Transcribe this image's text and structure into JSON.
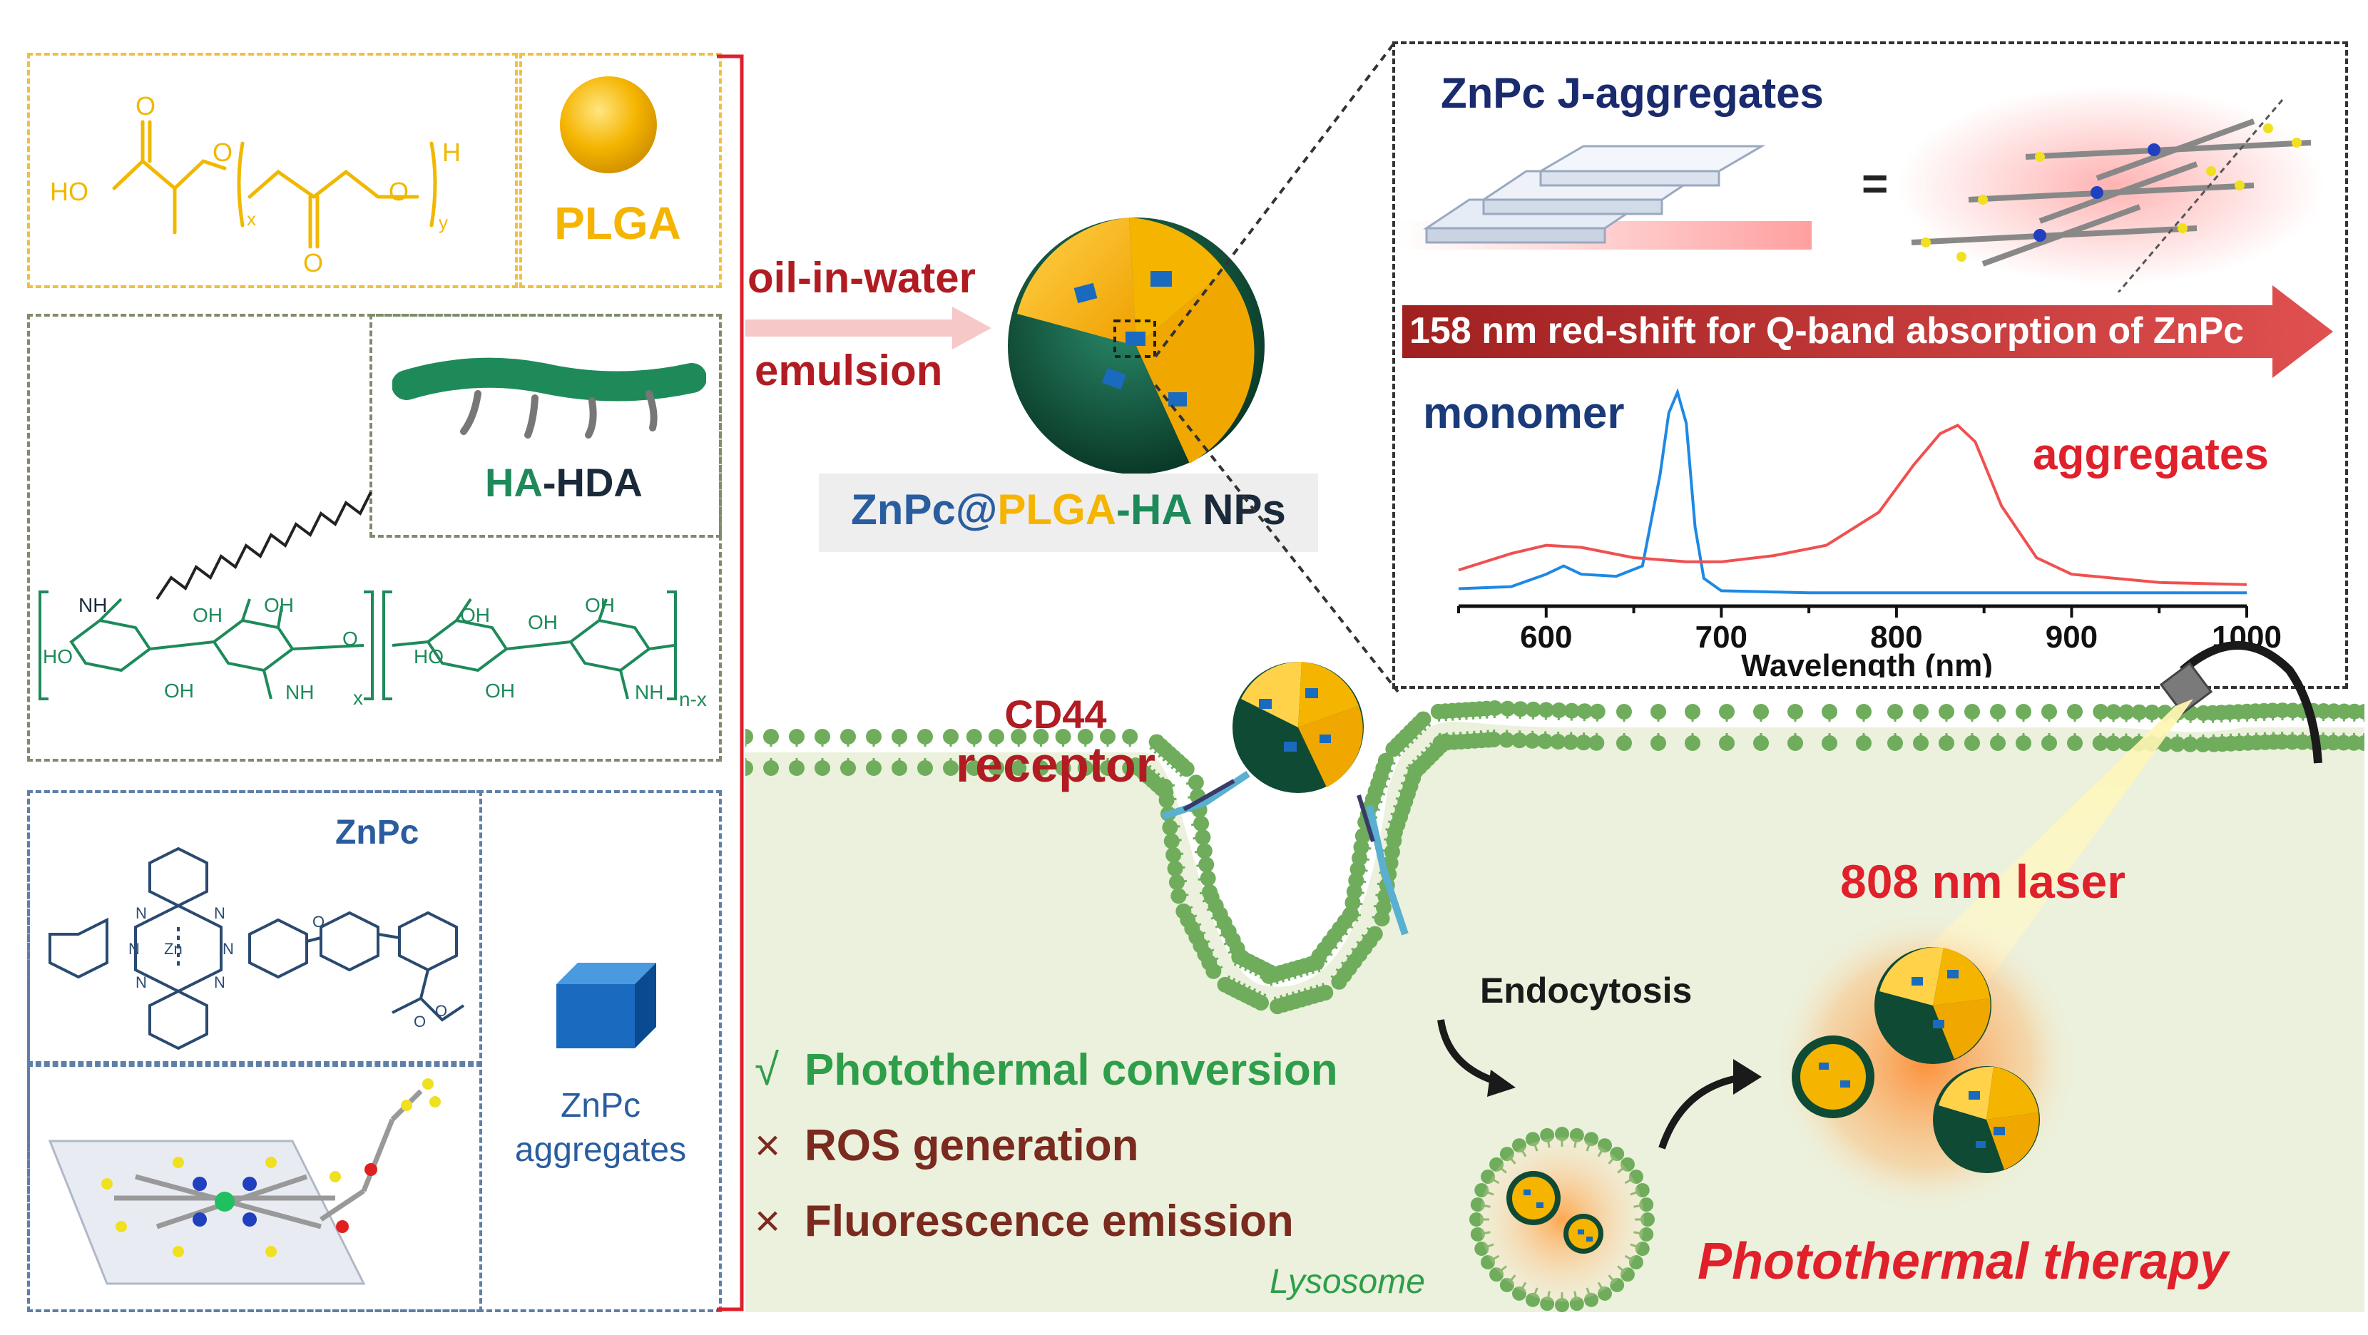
{
  "plga": {
    "label": "PLGA",
    "chem": {
      "ho": "HO",
      "o1": "O",
      "o2": "O",
      "o3": "O",
      "o4": "O",
      "x": "x",
      "y": "y",
      "h": "H"
    }
  },
  "ha_hda": {
    "label_ha": "HA",
    "label_hda": "-HDA",
    "chem": {
      "nh": "NH",
      "oh": "OH",
      "ho": "HO",
      "o": "O",
      "x": "x",
      "nx": "n-x"
    }
  },
  "znpc_section": {
    "label": "ZnPc",
    "aggregates_label_1": "ZnPc",
    "aggregates_label_2": "aggregates",
    "chem": {
      "n": "N",
      "zn": "Zn",
      "o": "O"
    }
  },
  "process": {
    "step1": "oil-in-water",
    "step2": "emulsion",
    "np_label_znpc": "ZnPc@",
    "np_label_plga": "PLGA",
    "np_label_ha": "-HA",
    "np_label_nps": " NPs"
  },
  "inset": {
    "title": "ZnPc J-aggregates",
    "equals": "=",
    "shift_text": "158 nm red-shift for Q-band absorption of ZnPc",
    "monomer_label": "monomer",
    "aggregates_label": "aggregates"
  },
  "chart_data": {
    "type": "line",
    "xlabel": "Wavelength (nm)",
    "ylabel": "",
    "xlim": [
      550,
      1000
    ],
    "x_ticks": [
      600,
      700,
      800,
      900,
      1000
    ],
    "x_tick_labels": [
      "600",
      "700",
      "800",
      "900",
      "1000"
    ],
    "grid": false,
    "series": [
      {
        "name": "monomer",
        "color": "#1e88e5",
        "x": [
          550,
          580,
          600,
          610,
          620,
          640,
          655,
          665,
          670,
          675,
          680,
          685,
          690,
          700,
          750,
          800,
          850,
          900,
          950,
          1000
        ],
        "y": [
          0.05,
          0.06,
          0.12,
          0.16,
          0.12,
          0.11,
          0.16,
          0.6,
          0.9,
          1.0,
          0.85,
          0.35,
          0.1,
          0.04,
          0.03,
          0.03,
          0.03,
          0.03,
          0.03,
          0.03
        ]
      },
      {
        "name": "aggregates",
        "color": "#f05050",
        "x": [
          550,
          580,
          600,
          620,
          650,
          680,
          700,
          730,
          760,
          790,
          810,
          825,
          835,
          845,
          860,
          880,
          900,
          950,
          1000
        ],
        "y": [
          0.14,
          0.22,
          0.26,
          0.25,
          0.2,
          0.18,
          0.18,
          0.21,
          0.26,
          0.42,
          0.65,
          0.8,
          0.84,
          0.76,
          0.45,
          0.2,
          0.12,
          0.08,
          0.07
        ]
      }
    ]
  },
  "cell": {
    "receptor_line1": "CD44",
    "receptor_line2": "receptor",
    "laser": "808 nm laser",
    "endocytosis": "Endocytosis",
    "lysosome": "Lysosome",
    "therapy": "Photothermal therapy"
  },
  "effects": {
    "items": [
      {
        "mark": "√",
        "text": "Photothermal conversion",
        "color": "#2e9e4a"
      },
      {
        "mark": "×",
        "text": "ROS generation",
        "color": "#7a2a1e"
      },
      {
        "mark": "×",
        "text": "Fluorescence emission",
        "color": "#7a2a1e"
      }
    ]
  },
  "colors": {
    "red": "#e0202a",
    "dark_red": "#b01c22",
    "plga_yellow": "#f5b400",
    "ha_green": "#1e8a5a",
    "navy": "#1a2a6e",
    "blue": "#2a5d9f",
    "cell_bg": "#ebf1dc",
    "membrane": "#6fad5c"
  }
}
